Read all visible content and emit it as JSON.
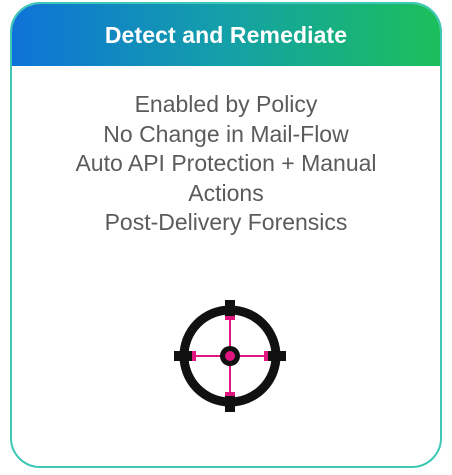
{
  "card": {
    "title": "Detect and Remediate",
    "features": [
      "Enabled by Policy",
      "No Change in Mail-Flow",
      "Auto API Protection + Manual",
      "Actions",
      "Post-Delivery Forensics"
    ],
    "icon": "crosshair-target-icon"
  },
  "colors": {
    "border": "#3cc8b4",
    "header_gradient_start": "#0e73d8",
    "header_gradient_end": "#1bbf5a",
    "title_text": "#ffffff",
    "body_text": "#5b5b5b",
    "icon_primary": "#111111",
    "icon_accent": "#e0157e"
  }
}
